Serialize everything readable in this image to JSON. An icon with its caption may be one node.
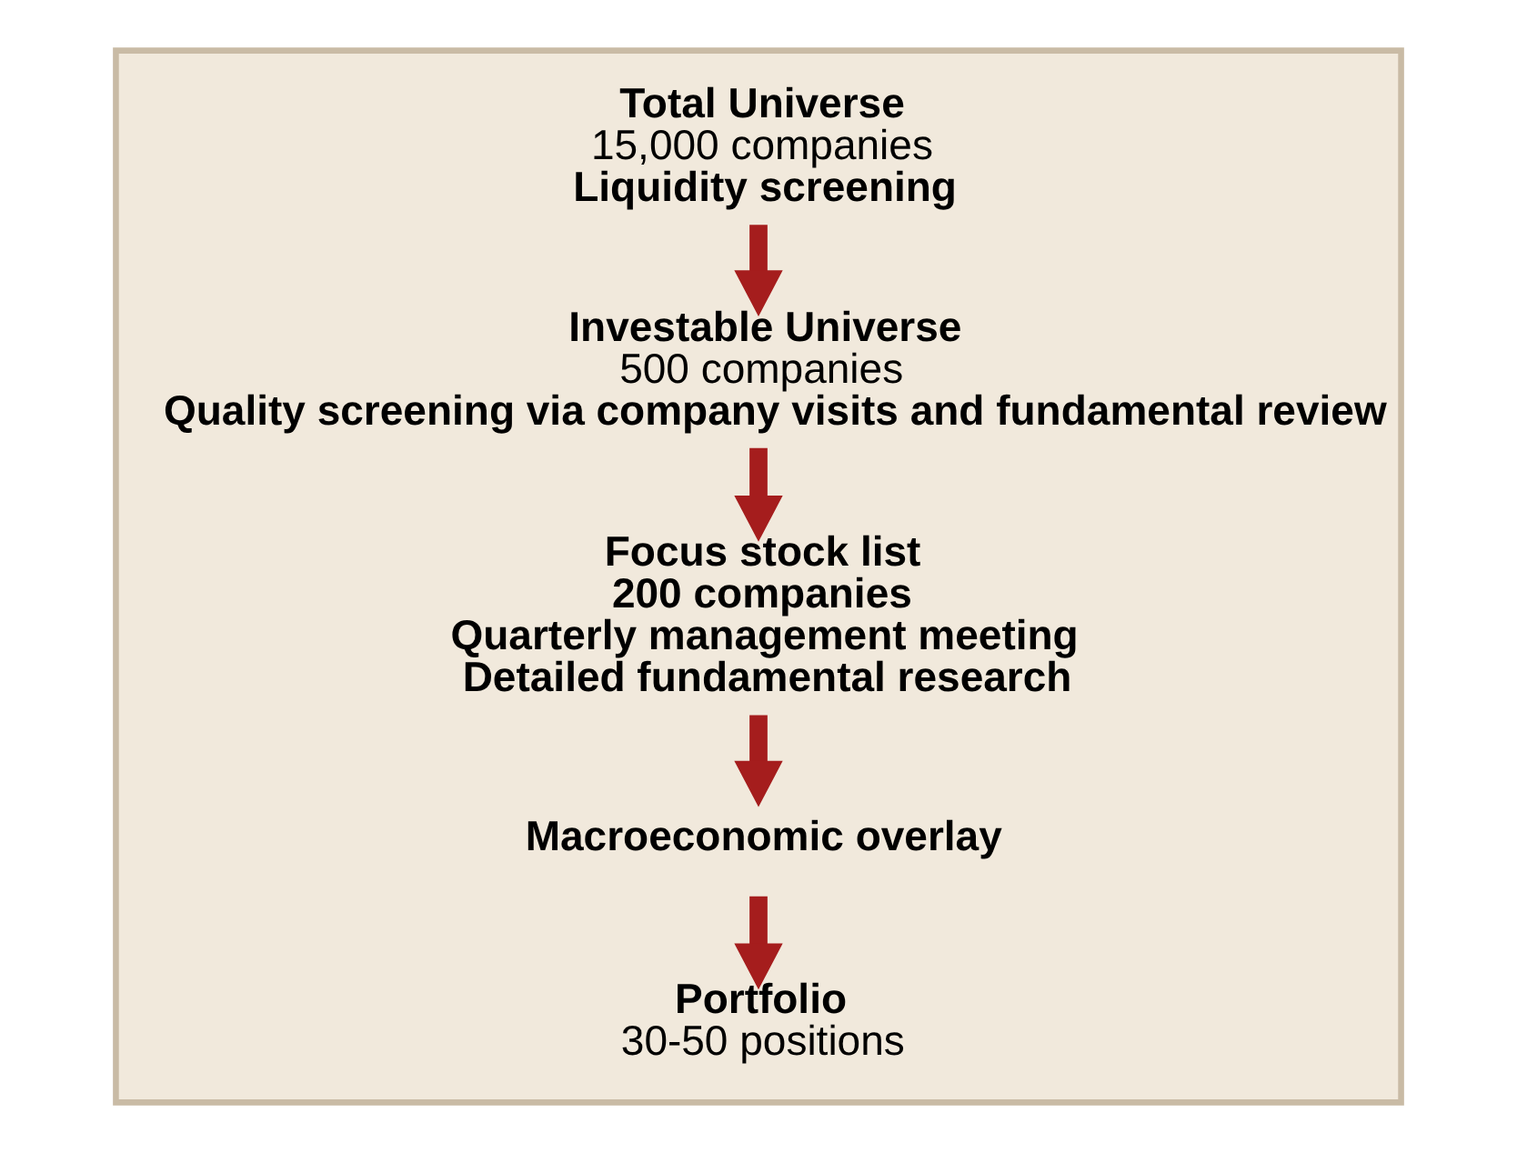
{
  "diagram": {
    "nodes": [
      {
        "text": [],
        "shape": "funnel"
      },
      {
        "text": [
          "Total Universe",
          "15,000 companies",
          "Liquidity screening"
        ],
        "in": 0
      },
      {
        "text": [
          "Investable Universe",
          "500 companies",
          "Quality screening via company visits and fundamental review"
        ],
        "in": 0
      },
      {
        "text": [
          "Focus stock list",
          "200 companies",
          "Quarterly management meeting",
          "Detailed fundamental research"
        ],
        "in": 0
      },
      {
        "text": [
          "Macroeconomic overlay"
        ],
        "in": 0
      },
      {
        "text": [
          "Portfolio",
          "30-50 positions"
        ],
        "in": 0
      }
    ],
    "edges": [
      {
        "from": 1,
        "to": 2,
        "arrow": "to"
      },
      {
        "from": 2,
        "to": 3,
        "arrow": "to"
      },
      {
        "from": 3,
        "to": 4,
        "arrow": "to"
      },
      {
        "from": 4,
        "to": 5,
        "arrow": "to"
      }
    ]
  }
}
